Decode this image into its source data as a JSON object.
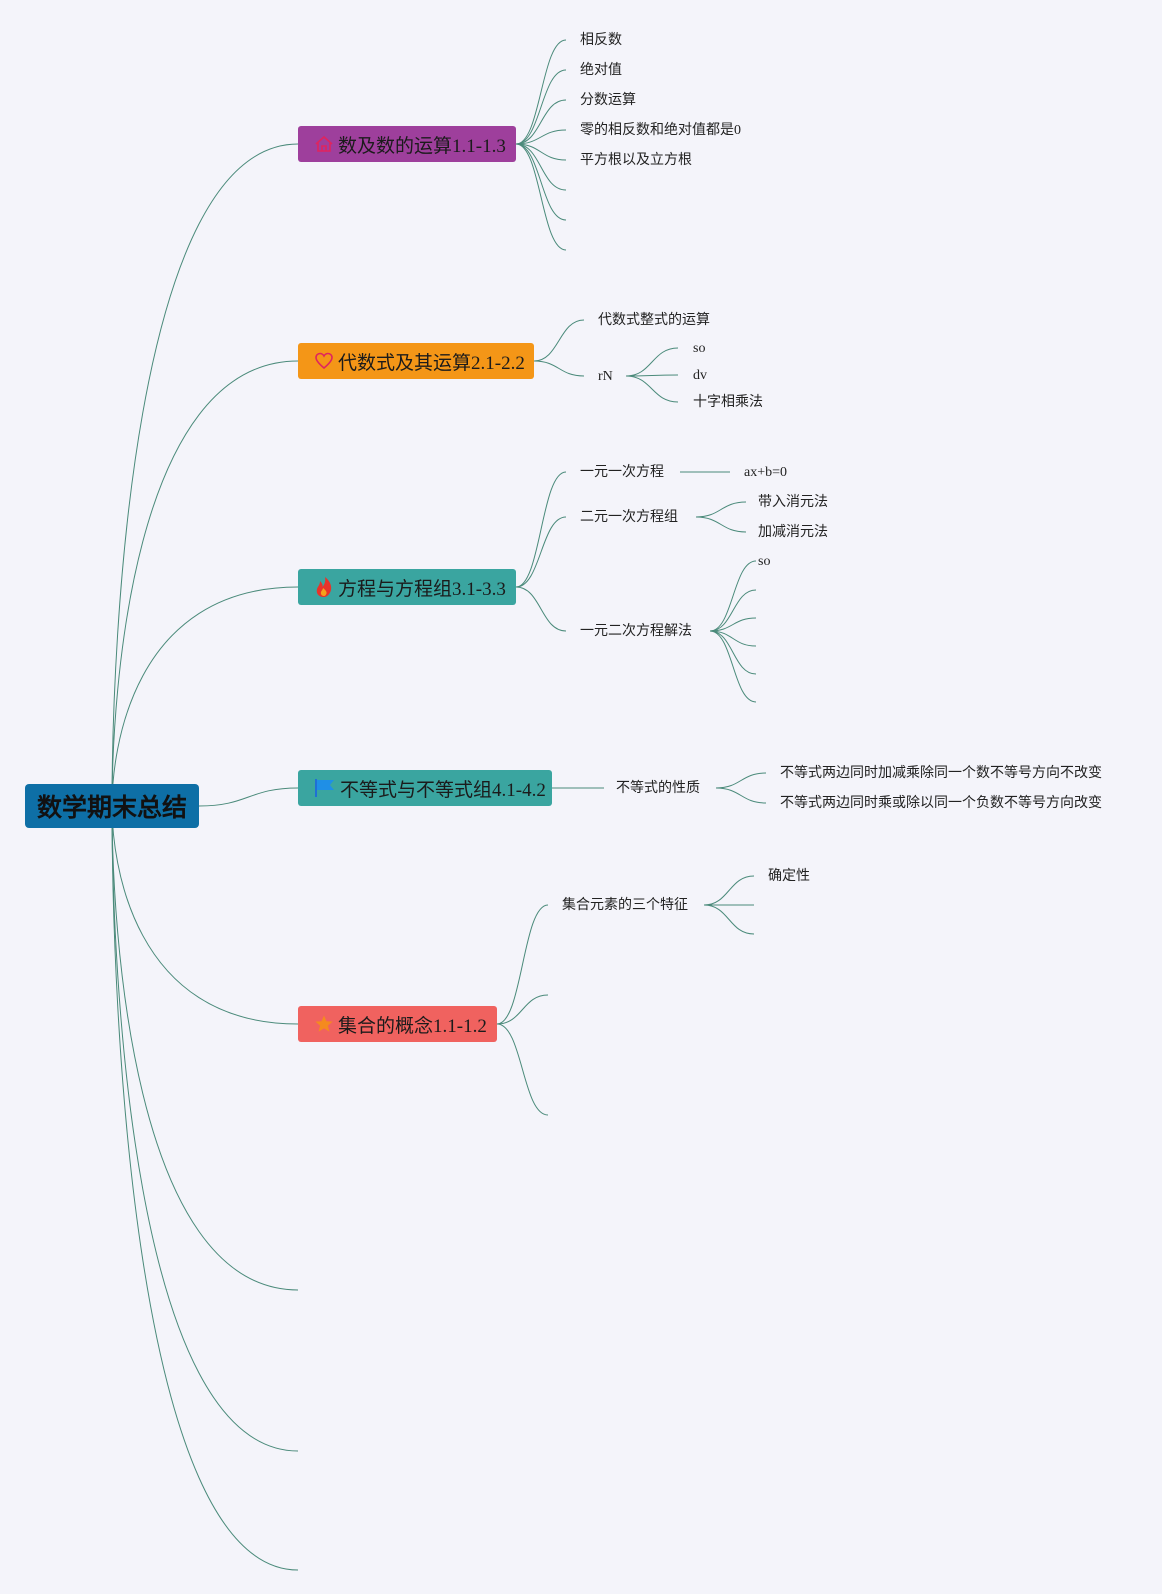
{
  "root": {
    "label": "数学期末总结",
    "color": "#0e6fa6"
  },
  "topics": [
    {
      "label": "数及数的运算1.1-1.3",
      "color": "#9e3f9c",
      "icon": "house-icon",
      "children": [
        "相反数",
        "绝对值",
        "分数运算",
        "零的相反数和绝对值都是0",
        "平方根以及立方根",
        "",
        "",
        ""
      ]
    },
    {
      "label": "代数式及其运算2.1-2.2",
      "color": "#f49617",
      "icon": "heart-icon",
      "children": [
        {
          "label": "代数式整式的运算"
        },
        {
          "label": "rN",
          "children": [
            "so",
            "dv",
            "十字相乘法"
          ]
        }
      ]
    },
    {
      "label": "方程与方程组3.1-3.3",
      "color": "#3aa5a0",
      "icon": "flame-icon",
      "children": [
        {
          "label": "一元一次方程",
          "children": [
            "ax+b=0"
          ]
        },
        {
          "label": "二元一次方程组",
          "children": [
            "带入消元法",
            "加减消元法"
          ]
        },
        {
          "label": "一元二次方程解法",
          "children": [
            "so",
            "",
            "",
            "",
            "",
            ""
          ]
        }
      ]
    },
    {
      "label": "不等式与不等式组4.1-4.2",
      "color": "#3aa5a0",
      "icon": "flag-icon",
      "children": [
        {
          "label": "不等式的性质",
          "children": [
            "不等式两边同时加减乘除同一个数不等号方向不改变",
            "不等式两边同时乘或除以同一个负数不等号方向改变"
          ]
        }
      ]
    },
    {
      "label": "集合的概念1.1-1.2",
      "color": "#f0625f",
      "icon": "star-icon",
      "children": [
        {
          "label": "集合元素的三个特征",
          "children": [
            "确定性",
            "",
            ""
          ]
        },
        {
          "label": ""
        },
        {
          "label": ""
        }
      ]
    }
  ],
  "colors": {
    "link": "#4a8a7a",
    "background": "#f4f4fa"
  }
}
